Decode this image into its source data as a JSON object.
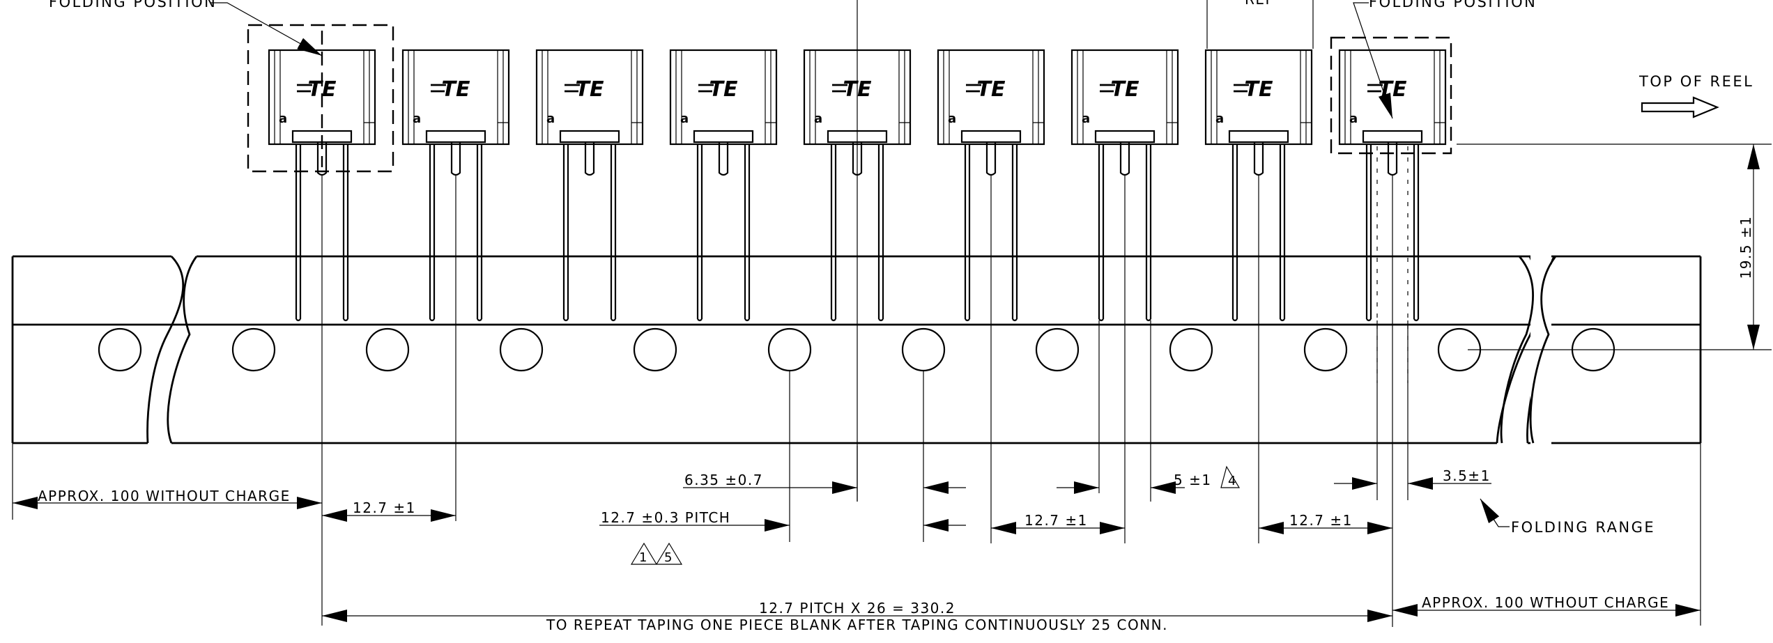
{
  "labels": {
    "folding_position_left": "FOLDING POSITION",
    "folding_position_right": "FOLDING POSITION",
    "ref": "REF",
    "top_of_reel": "TOP OF REEL",
    "folding_range": "FOLDING RANGE",
    "brand_mark": "TE",
    "marking": "a"
  },
  "dimensions": {
    "approx_left": "APPROX. 100 WITHOUT CHARGE",
    "pitch_a": "12.7 ±1",
    "half_pitch": "6.35 ±0.7",
    "pitch_total": "12.7 ±0.3 PITCH",
    "note_1": "1",
    "note_5": "5",
    "pitch_b": "12.7 ±1",
    "lead_spacing": "5 ±1",
    "note_4": "4",
    "pitch_c": "12.7 ±1",
    "fold_offset": "3.5±1",
    "height": "19.5 ±1",
    "overall": "12.7 PITCH X 26 = 330.2",
    "approx_right": "APPROX. 100 WTHOUT CHARGE"
  },
  "notes": {
    "repeat": "TO REPEAT TAPING ONE PIECE BLANK AFTER TAPING CONTINUOUSLY 25 CONN."
  }
}
